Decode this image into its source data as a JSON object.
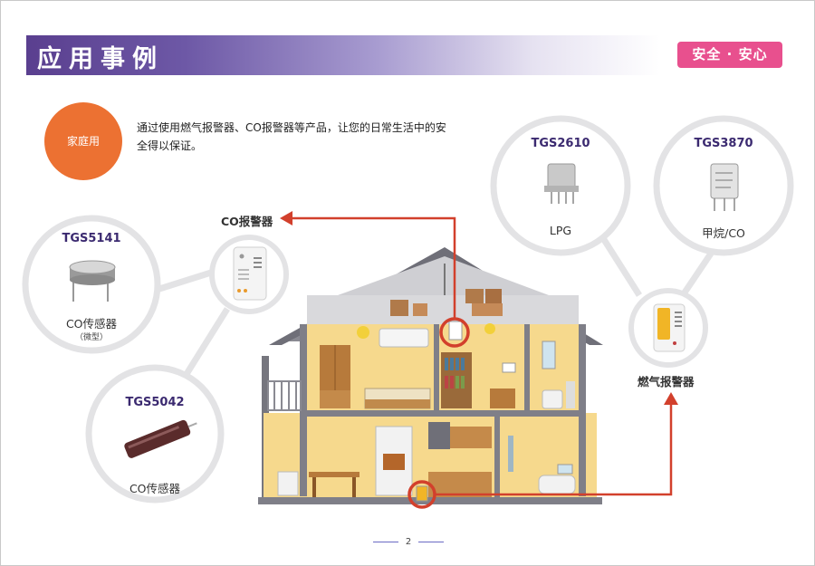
{
  "header": {
    "title": "应用事例",
    "badge": "安全 · 安心"
  },
  "section": {
    "tag": "家庭用",
    "intro": "通过使用燃气报警器、CO报警器等产品，让您的日常生活中的安全得以保证。"
  },
  "sensors": [
    {
      "model": "TGS5141",
      "label": "CO传感器",
      "sub": "（微型）"
    },
    {
      "model": "TGS5042",
      "label": "CO传感器"
    },
    {
      "model": "TGS2610",
      "label": "LPG"
    },
    {
      "model": "TGS3870",
      "label": "甲烷/CO"
    }
  ],
  "callouts": {
    "co_alarm": "CO报警器",
    "gas_alarm": "燃气报警器"
  },
  "colors": {
    "accent_purple": "#5a3f8f",
    "badge_pink": "#e8508e",
    "tag_orange": "#ec7132",
    "arrow_red": "#d2402c"
  },
  "footer": {
    "page": "2"
  }
}
